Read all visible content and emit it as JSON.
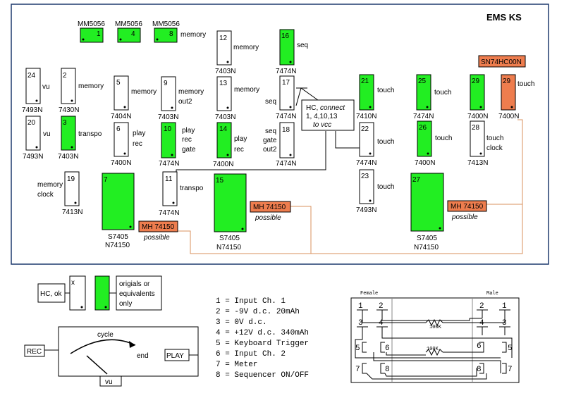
{
  "title": "EMS KS",
  "chips": {
    "mm1": {
      "label": "MM5056",
      "num": "1"
    },
    "mm4": {
      "label": "MM5056",
      "num": "4"
    },
    "mm8": {
      "label": "MM5056",
      "num": "8",
      "side": "memory"
    },
    "c12": {
      "num": "12",
      "side": "memory",
      "part": "7403N"
    },
    "c16": {
      "num": "16",
      "side": "seq",
      "part": "7474N"
    },
    "c24": {
      "num": "24",
      "side": "vu",
      "part": "7493N"
    },
    "c2": {
      "num": "2",
      "side": "memory",
      "part": "7430N"
    },
    "c5": {
      "num": "5",
      "side": "memory",
      "part": "7404N"
    },
    "c9": {
      "num": "9",
      "side1": "memory",
      "side2": "out2",
      "part": "7403N"
    },
    "c13": {
      "num": "13",
      "side": "memory",
      "part": "7403N"
    },
    "c17": {
      "num": "17",
      "side": "seq",
      "part": "7474N"
    },
    "c21": {
      "num": "21",
      "side": "touch",
      "part": "7410N"
    },
    "c25": {
      "num": "25",
      "side": "touch",
      "part": "7474N"
    },
    "c29g": {
      "num": "29",
      "part": "7400N"
    },
    "c29o": {
      "num": "29",
      "side": "touch",
      "part": "7400N",
      "top_label": "SN74HC00N"
    },
    "c20": {
      "num": "20",
      "side": "vu",
      "part": "7493N"
    },
    "c3": {
      "num": "3",
      "side": "transpo",
      "part": "7403N"
    },
    "c6": {
      "num": "6",
      "side1": "play",
      "side2": "rec",
      "part": "7400N"
    },
    "c10": {
      "num": "10",
      "side1": "play",
      "side2": "rec",
      "side3": "gate",
      "part": "7474N"
    },
    "c14": {
      "num": "14",
      "side1": "play",
      "side2": "rec",
      "part": "7400N"
    },
    "c18": {
      "num": "18",
      "side1": "seq",
      "side2": "gate",
      "side3": "out2",
      "part": "7474N"
    },
    "c22": {
      "num": "22",
      "side": "touch",
      "part": "7474N"
    },
    "c26": {
      "num": "26",
      "side": "touch",
      "part": "7400N"
    },
    "c28": {
      "num": "28",
      "side1": "touch",
      "side2": "clock",
      "part": "7413N"
    },
    "c19": {
      "num": "19",
      "side1": "memory",
      "side2": "clock",
      "part": "7413N"
    },
    "c7": {
      "num": "7",
      "part1": "S7405",
      "part2": "N74150"
    },
    "c11": {
      "num": "11",
      "side": "transpo",
      "part": "7474N"
    },
    "c15": {
      "num": "15",
      "part1": "S7405",
      "part2": "N74150"
    },
    "c23": {
      "num": "23",
      "side": "touch",
      "part": "7493N"
    },
    "c27": {
      "num": "27",
      "part1": "S7405",
      "part2": "N74150"
    }
  },
  "mh_boxes": [
    {
      "label": "MH 74150",
      "note": "possible"
    },
    {
      "label": "MH 74150",
      "note": "possible"
    },
    {
      "label": "MH 74150",
      "note": "possible"
    }
  ],
  "hc_note": {
    "line1a": "HC,",
    "line1b": "connect",
    "line2": "1, 4,10,13",
    "line3": "to vcc"
  },
  "legend": {
    "hc_ok": "HC, ok",
    "x": "x",
    "orig_1": "origials or",
    "orig_2": "equivalents",
    "orig_3": "only"
  },
  "flow": {
    "cycle": "cycle",
    "end": "end",
    "rec": "REC",
    "play": "PLAY",
    "vu": "vu"
  },
  "pins": [
    "1 = Input Ch. 1",
    "2 = -9V d.c. 20mAh",
    "3 = 0V d.c.",
    "4 = +12V d.c. 340mAh",
    "5 = Keyboard Trigger",
    "6 = Input Ch. 2",
    "7 = Meter",
    "8 = Sequencer ON/OFF"
  ],
  "connector": {
    "female": "Female",
    "male": "Male",
    "res1": "100K",
    "res2": "100K",
    "f1": "1",
    "f2": "2",
    "f3": "3",
    "f4": "4",
    "f5": "5",
    "f6": "6",
    "f7": "7",
    "f8": "8",
    "m1": "1",
    "m2": "2",
    "m3": "3",
    "m4": "4",
    "m5": "5",
    "m6": "6",
    "m7": "7",
    "m8": "8"
  },
  "colors": {
    "green": "#22ee22",
    "orange": "#ee7d4e",
    "wire": "#d8905e"
  }
}
